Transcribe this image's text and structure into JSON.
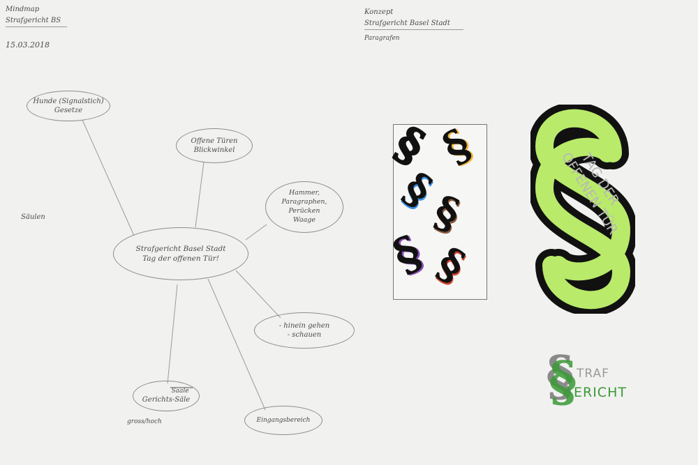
{
  "header_left": {
    "line1": "Mindmap",
    "line2": "Strafgericht BS",
    "date": "15.03.2018"
  },
  "header_right": {
    "line1": "Konzept",
    "line2": "Strafgericht Basel Stadt",
    "line3": "Paragrafen"
  },
  "mindmap": {
    "center": [
      "Strafgericht Basel Stadt",
      "Tag der offenen Tür!"
    ],
    "node_hunde": [
      "Hunde (Signalstich)",
      "Gesetze"
    ],
    "node_tueren": [
      "Offene Türen",
      "Blickwinkel"
    ],
    "node_hammer": [
      "Hammer,",
      "Paragraphen,",
      "Perücken",
      "Waage"
    ],
    "node_hinein": [
      "- hinein gehen",
      "- schauen"
    ],
    "node_saele_strike": "Saale",
    "node_saele": "Gerichts-Säle",
    "node_eingang": "Eingangsbereich",
    "saeulen": "Säulen",
    "gross_hoch": "gross/hoch"
  },
  "poster": {
    "symbol": "§",
    "ribbon_text": [
      "TAG DER",
      "OFFENEN TÜR"
    ]
  },
  "logo": {
    "symbol": "§",
    "word_top": "TRAF",
    "word_bottom": "ERICHT"
  },
  "colors": {
    "black": "#111111",
    "lime": "#b9ea6a",
    "logo_grey": "#8a8a8a",
    "logo_green": "#3a9a36",
    "accent_yellow": "#f0b63a",
    "accent_blue": "#3a8ee0",
    "accent_purple": "#8a4fb8",
    "accent_brown": "#8a5a3a",
    "accent_red": "#d0452e",
    "accent_cyan": "#7fd2f0"
  }
}
